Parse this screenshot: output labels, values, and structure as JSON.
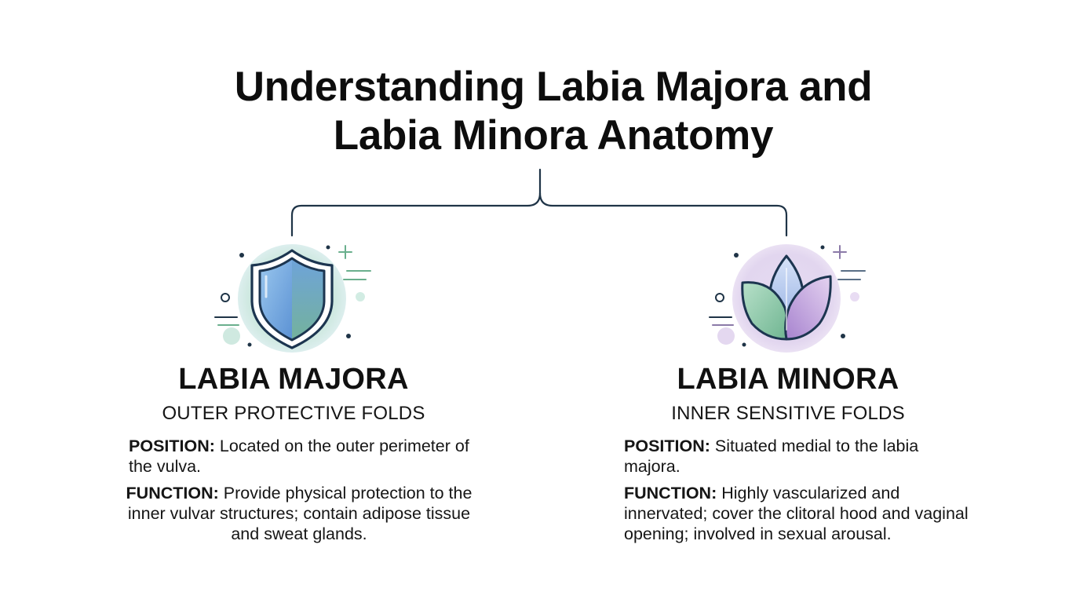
{
  "title": {
    "line1": "Understanding Labia Majora and",
    "line2": "Labia Minora Anatomy"
  },
  "colors": {
    "connector": "#1f3447",
    "shield_blue": "#6fa5dc",
    "shield_dark": "#1c3550",
    "accent_green": "#74b89a",
    "accent_purple": "#a98ac8"
  },
  "icons": {
    "majora": "shield-icon",
    "minora": "leaf-icon"
  },
  "majora": {
    "heading": "LABIA MAJORA",
    "subheading": "OUTER PROTECTIVE FOLDS",
    "position_label": "POSITION:",
    "position_text": " Located on the outer perimeter of the vulva.",
    "function_label": "FUNCTION:",
    "function_text": " Provide physical protection to the inner vulvar structures; contain adipose tissue and sweat glands."
  },
  "minora": {
    "heading": "LABIA MINORA",
    "subheading": "INNER SENSITIVE FOLDS",
    "position_label": "POSITION:",
    "position_text": " Situated medial to the labia majora.",
    "function_label": "FUNCTION:",
    "function_text": " Highly vascularized and innervated; cover the clitoral hood and vaginal opening; involved in sexual arousal."
  }
}
